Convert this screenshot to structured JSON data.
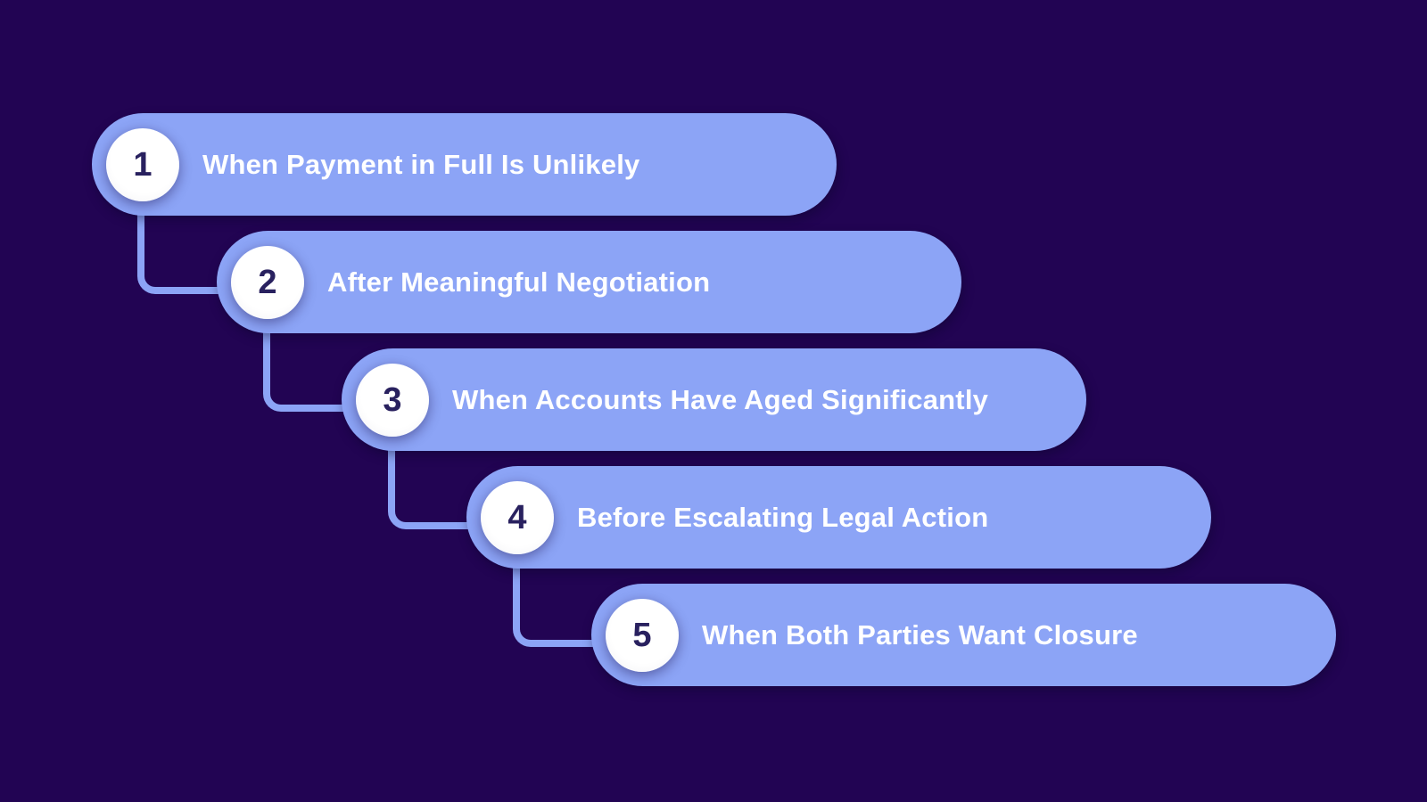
{
  "colors": {
    "background": "#220453",
    "bar": "#8CA4F6",
    "connector": "#8CA4F6",
    "circle_fill": "#FFFFFF",
    "number_text": "#29215F",
    "label_text": "#FFFFFF"
  },
  "steps": [
    {
      "number": "1",
      "label": "When Payment in Full Is Unlikely"
    },
    {
      "number": "2",
      "label": "After Meaningful Negotiation"
    },
    {
      "number": "3",
      "label": "When Accounts Have Aged Significantly"
    },
    {
      "number": "4",
      "label": "Before Escalating Legal Action"
    },
    {
      "number": "5",
      "label": "When Both Parties Want Closure"
    }
  ]
}
